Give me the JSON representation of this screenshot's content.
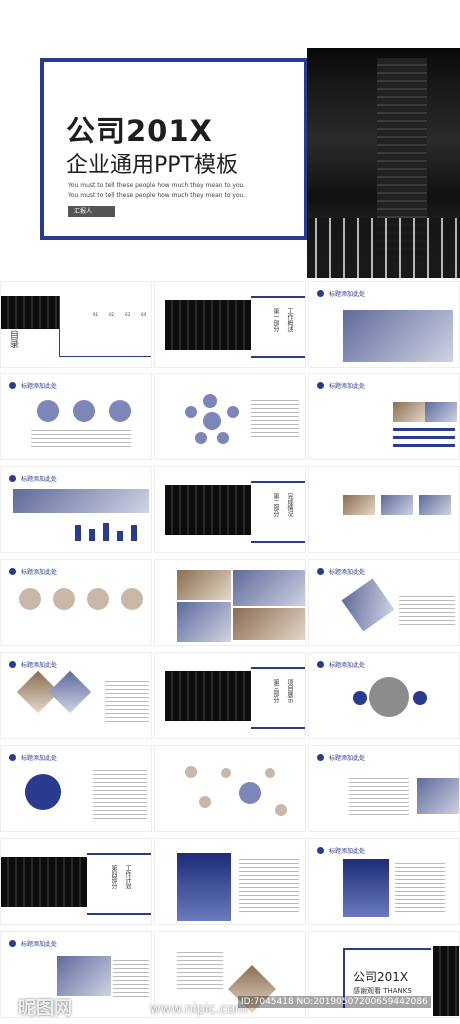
{
  "cover": {
    "title_line1": "公司201X",
    "title_line2": "企业通用PPT模板",
    "subtitle1": "You must to tell these people how much they mean to you.",
    "subtitle2": "You must to tell these people how much they mean to you.",
    "reporter_label": "汇报人"
  },
  "slide_title": "标题添加此处",
  "toc": {
    "label": "目录",
    "items": [
      "01",
      "02",
      "03",
      "04"
    ]
  },
  "section": {
    "part1": "第一部分",
    "part1_name": "工作概述",
    "part2": "第二部分",
    "part2_name": "完成情况",
    "part3": "第三部分",
    "part3_name": "项目展示",
    "part4": "第四部分",
    "part4_name": "工作计划"
  },
  "closing": {
    "title": "公司201X",
    "subtitle": "感谢观看 THANKS"
  },
  "watermark": {
    "logo": "昵图网",
    "url": "www.nipic.com",
    "id": "ID:7045418 NO:20190507200659442086"
  },
  "colors": {
    "accent": "#2a3a8e"
  }
}
